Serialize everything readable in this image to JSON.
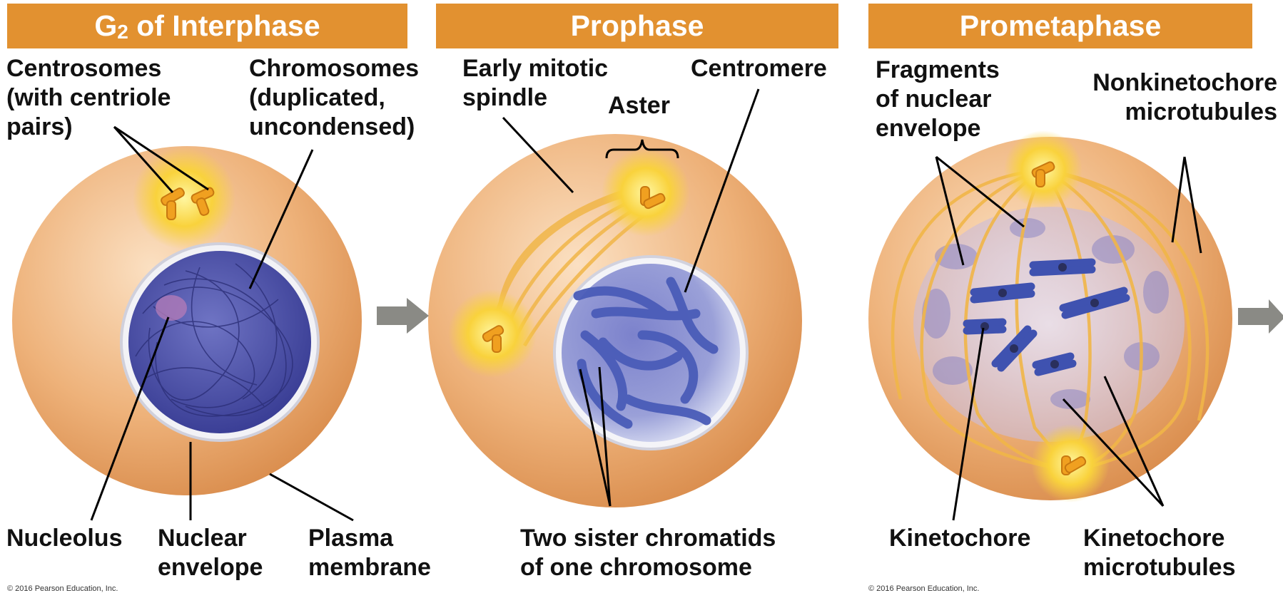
{
  "panels": {
    "g2": {
      "title_prefix": "G",
      "title_sub": "2",
      "title_rest": " of Interphase",
      "labels": {
        "centrosomes": "Centrosomes\n(with centriole\npairs)",
        "chromosomes": "Chromosomes\n(duplicated,\nuncondensed)",
        "nucleolus": "Nucleolus",
        "nuclear_envelope": "Nuclear\nenvelope",
        "plasma_membrane": "Plasma\nmembrane"
      }
    },
    "prophase": {
      "title": "Prophase",
      "labels": {
        "early_spindle": "Early mitotic\nspindle",
        "aster": "Aster",
        "centromere": "Centromere",
        "sister_chromatids": "Two sister chromatids\nof one chromosome"
      }
    },
    "prometaphase": {
      "title": "Prometaphase",
      "labels": {
        "fragments": "Fragments\nof nuclear\nenvelope",
        "nonkinetochore": "Nonkinetochore\nmicrotubules",
        "kinetochore": "Kinetochore",
        "kinetochore_microtubules": "Kinetochore\nmicrotubules"
      }
    }
  },
  "copyright_left": "© 2016 Pearson Education, Inc.",
  "copyright_right": "© 2016 Pearson Education, Inc.",
  "colors": {
    "banner": "#e29130",
    "cell": "#e8a868",
    "nucleus": "#5a5fb0",
    "chromatid": "#4a5cb8",
    "centrosome": "#f7c53a",
    "arrow": "#8a8a85"
  }
}
